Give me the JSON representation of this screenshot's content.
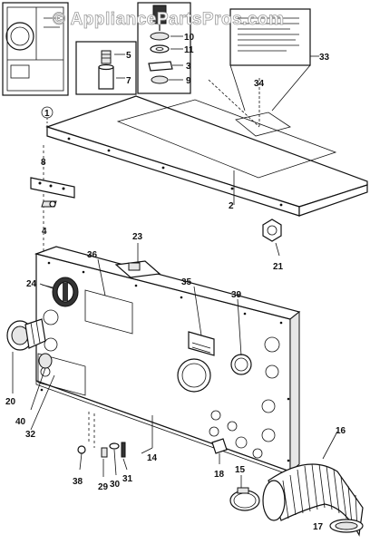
{
  "watermark": "© AppliancePartsPros.com",
  "part_numbers": [
    "1",
    "2",
    "3",
    "4",
    "5",
    "7",
    "8",
    "9",
    "10",
    "11",
    "14",
    "15",
    "16",
    "17",
    "18",
    "20",
    "21",
    "23",
    "24",
    "29",
    "30",
    "31",
    "32",
    "33",
    "34",
    "35",
    "36",
    "38",
    "39",
    "40"
  ]
}
